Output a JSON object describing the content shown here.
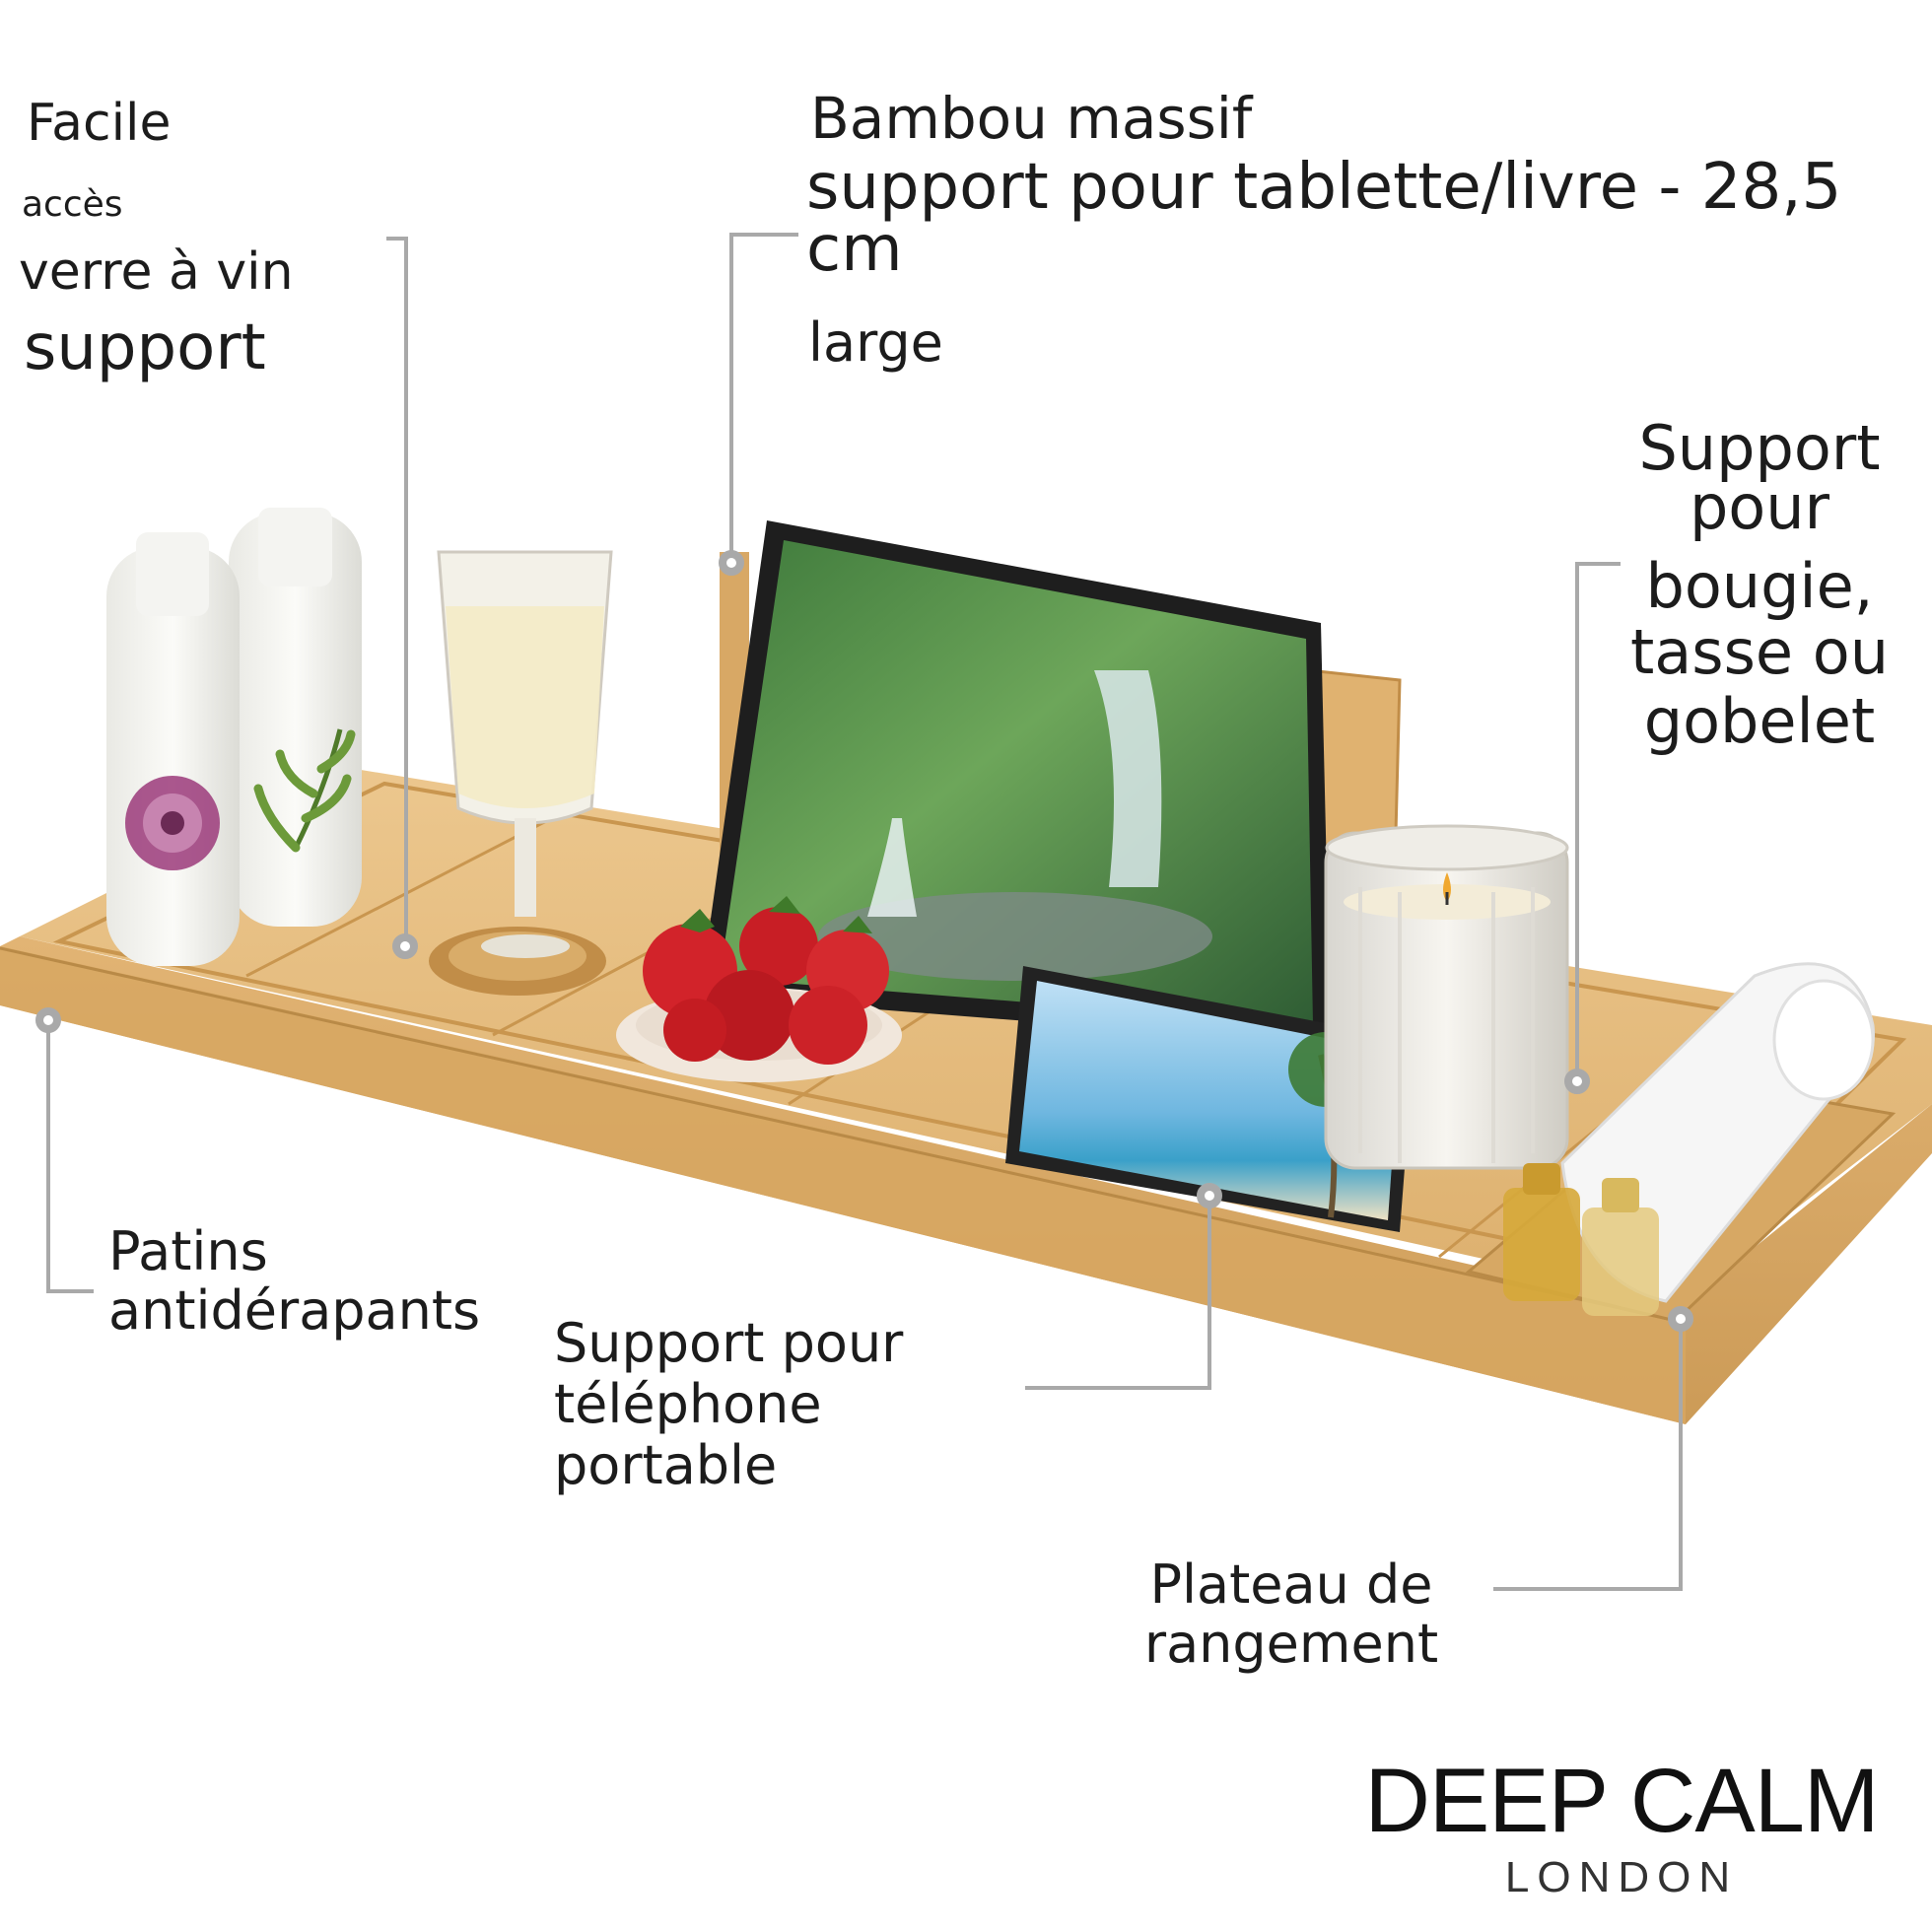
{
  "labels": {
    "glass_holder": {
      "line1": "Facile",
      "line2": "accès",
      "line3": "verre à vin",
      "line4": "support"
    },
    "tablet_holder": {
      "line1": "Bambou massif",
      "line2": "support pour tablette/livre - 28,5",
      "line3": "cm",
      "line4": "large"
    },
    "candle_holder": {
      "line1": "Support",
      "line2": "pour",
      "line3": "bougie,",
      "line4": "tasse ou",
      "line5": "gobelet"
    },
    "non_slip": {
      "line1": "Patins",
      "line2": "antidérapants"
    },
    "phone_holder": {
      "line1": "Support pour",
      "line2": "téléphone",
      "line3": "portable"
    },
    "storage_tray": {
      "line1": "Plateau de",
      "line2": "rangement"
    }
  },
  "brand": {
    "name": "DEEP CALM",
    "city": "LONDON"
  },
  "colors": {
    "callout_line": "#a9a9a9",
    "bamboo": "#e2b97a",
    "bamboo_dark": "#c99a58",
    "text": "#1c1c1c"
  }
}
